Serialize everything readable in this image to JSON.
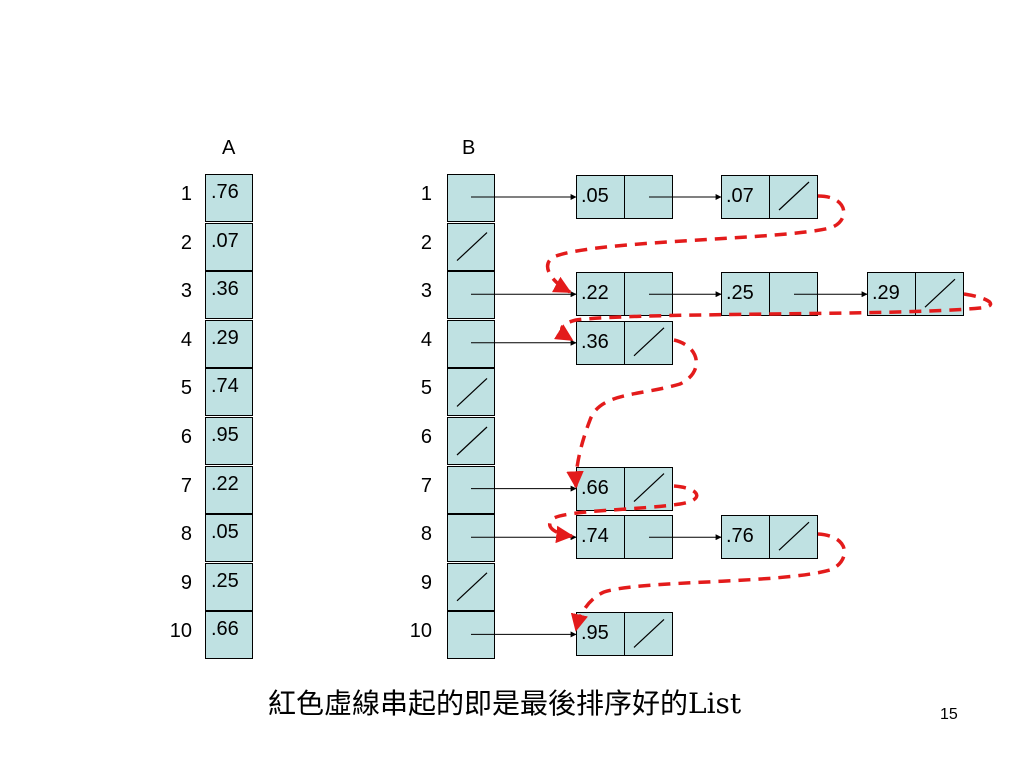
{
  "titles": {
    "a": "A",
    "b": "B"
  },
  "indices": [
    "1",
    "2",
    "3",
    "4",
    "5",
    "6",
    "7",
    "8",
    "9",
    "10"
  ],
  "array_a": [
    ".76",
    ".07",
    ".36",
    ".29",
    ".74",
    ".95",
    ".22",
    ".05",
    ".25",
    ".66"
  ],
  "array_b_null": [
    false,
    true,
    false,
    false,
    true,
    true,
    false,
    false,
    true,
    false
  ],
  "buckets": [
    {
      "index": "1",
      "nodes": [
        ".05",
        ".07"
      ]
    },
    {
      "index": "3",
      "nodes": [
        ".22",
        ".25",
        ".29"
      ]
    },
    {
      "index": "4",
      "nodes": [
        ".36"
      ]
    },
    {
      "index": "7",
      "nodes": [
        ".66"
      ]
    },
    {
      "index": "8",
      "nodes": [
        ".74",
        ".76"
      ]
    },
    {
      "index": "10",
      "nodes": [
        ".95"
      ]
    }
  ],
  "caption": "紅色虛線串起的即是最後排序好的List",
  "page_number": "15",
  "colors": {
    "cell_fill": "#bfe1e2",
    "dashed_line": "#e31b1b",
    "border": "#000000"
  }
}
